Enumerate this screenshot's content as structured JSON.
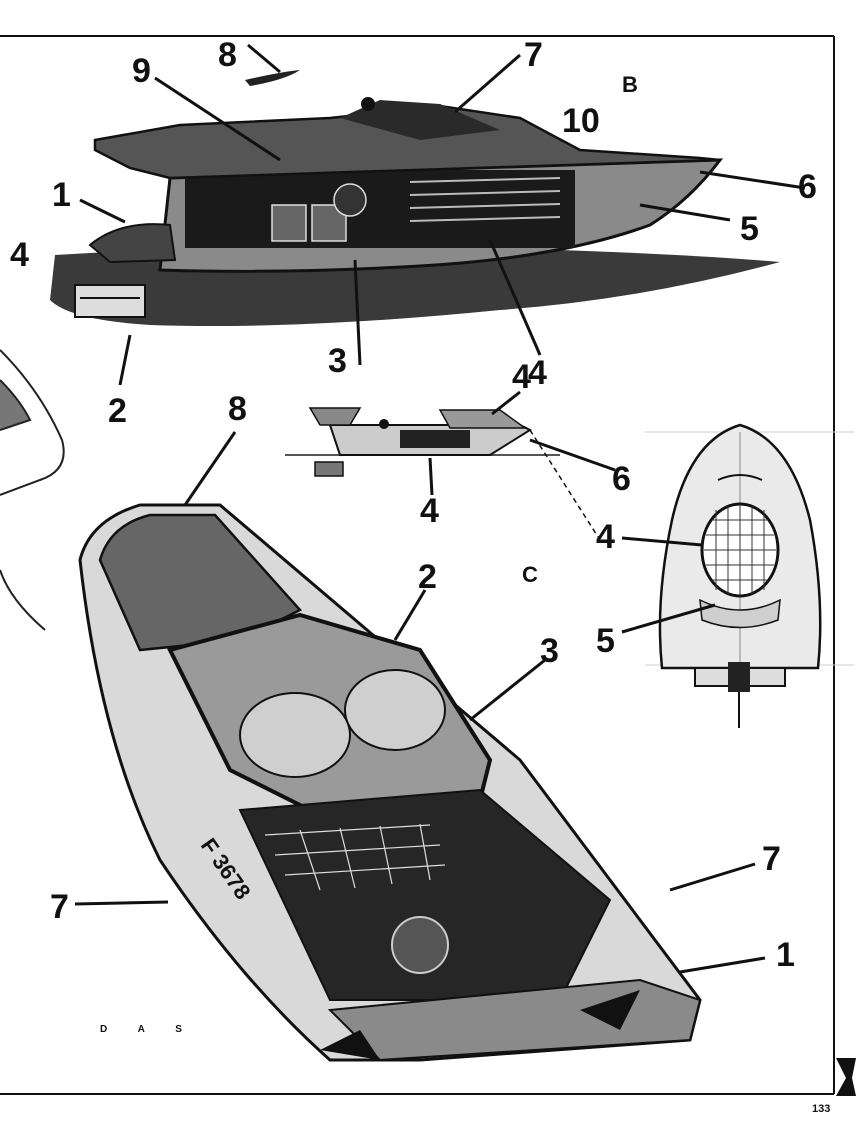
{
  "page": {
    "number": "133",
    "signature": "D A S"
  },
  "views": {
    "B": "B",
    "C": "C"
  },
  "callouts": {
    "b": [
      "8",
      "7",
      "9",
      "10",
      "6",
      "5",
      "1",
      "4",
      "3",
      "4",
      "2"
    ],
    "mid": [
      "4",
      "4",
      "6"
    ],
    "plan": [
      "4",
      "5"
    ],
    "c": [
      "8",
      "2",
      "3",
      "7",
      "7",
      "1"
    ]
  },
  "colors": {
    "ink": "#111111",
    "paper": "#ffffff",
    "shade": "#555555",
    "light": "#bdbdbd"
  }
}
